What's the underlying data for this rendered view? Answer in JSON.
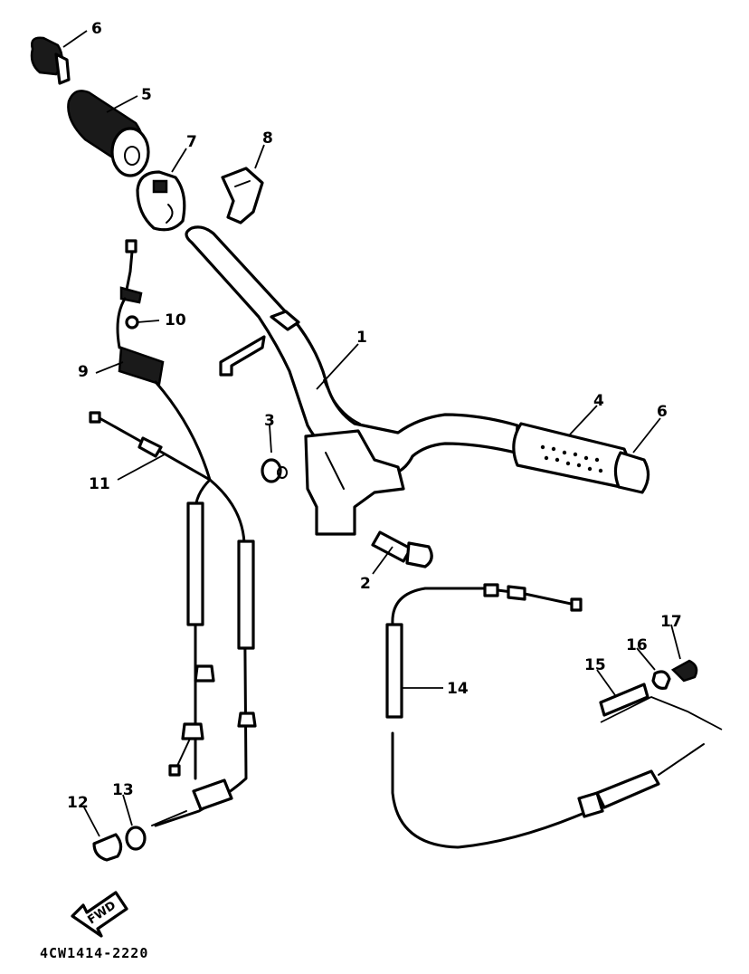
{
  "diagram": {
    "callouts": {
      "c1": "1",
      "c2": "2",
      "c3": "3",
      "c4": "4",
      "c5": "5",
      "c6a": "6",
      "c6b": "6",
      "c7": "7",
      "c8": "8",
      "c9": "9",
      "c10": "10",
      "c11": "11",
      "c12": "12",
      "c13": "13",
      "c14": "14",
      "c15": "15",
      "c16": "16",
      "c17": "17"
    },
    "fwd_label": "FWD",
    "drawing_code": "4CW1414-2220"
  }
}
